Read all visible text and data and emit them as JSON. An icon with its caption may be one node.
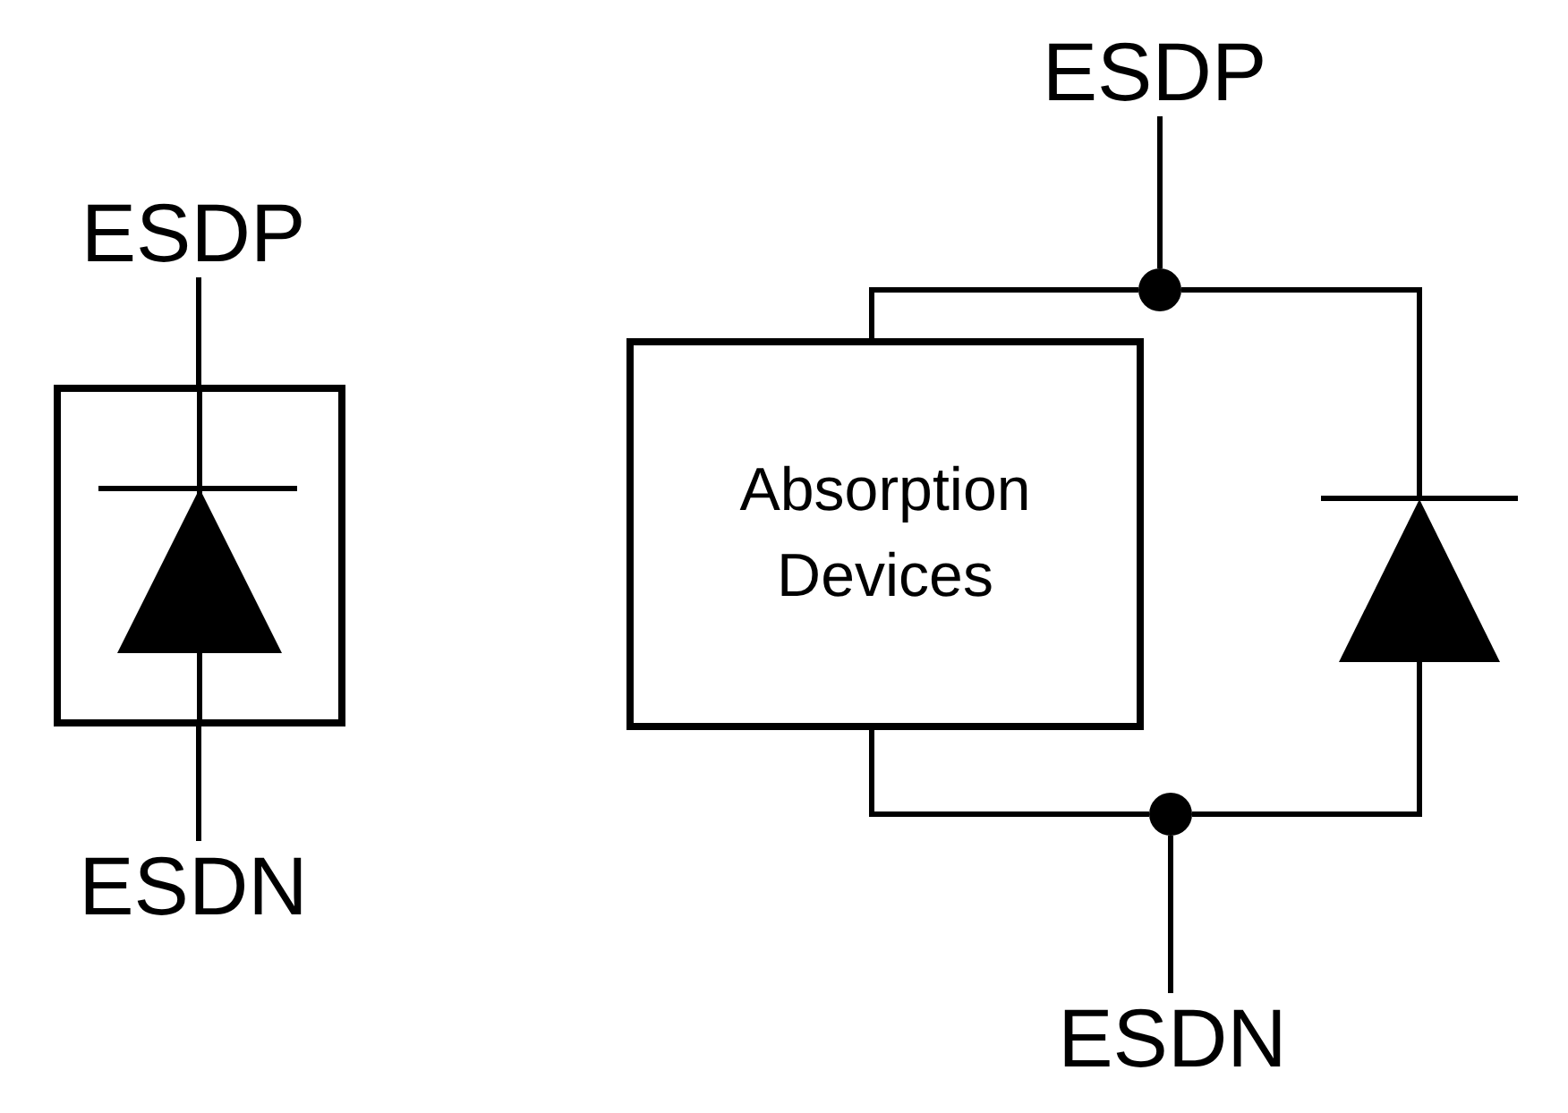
{
  "diagram": {
    "nodes": [
      {
        "text": [
          "ESDP"
        ]
      },
      {
        "text": [],
        "shape": "box"
      },
      {
        "text": [
          "ESDN"
        ]
      },
      {
        "text": [
          "ESDP"
        ]
      },
      {
        "text": [],
        "shape": "circle"
      },
      {
        "text": [
          "Absorption Devices"
        ]
      },
      {
        "text": [],
        "shape": "diode"
      },
      {
        "text": [],
        "shape": "circle"
      },
      {
        "text": [
          "ESDN"
        ]
      }
    ],
    "edges": [
      {
        "from": 0,
        "to": 1,
        "arrow": "none"
      },
      {
        "from": 1,
        "to": 2,
        "arrow": "none"
      },
      {
        "from": 3,
        "to": 4,
        "arrow": "none"
      },
      {
        "from": 4,
        "to": 5,
        "arrow": "none"
      },
      {
        "from": 4,
        "to": 6,
        "arrow": "none"
      },
      {
        "from": 5,
        "to": 7,
        "arrow": "none"
      },
      {
        "from": 6,
        "to": 7,
        "arrow": "none"
      },
      {
        "from": 7,
        "to": 8,
        "arrow": "none"
      }
    ]
  }
}
